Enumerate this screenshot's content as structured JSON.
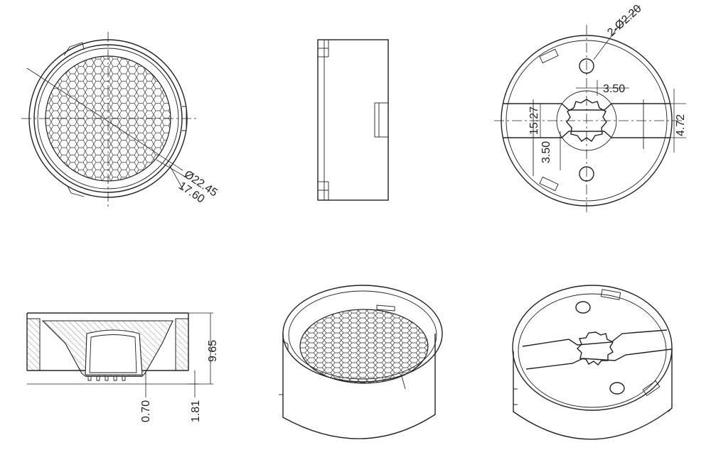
{
  "dimensions": {
    "top_view_diameter": "Ø22.45",
    "top_view_inner": "17.60",
    "bottom_hole": "2-Ø2.20",
    "bottom_slot_width": "3.50",
    "bottom_height": "15.27",
    "bottom_slot_height": "3.50",
    "bottom_right": "4.72",
    "section_height": "9.65",
    "section_bottom_a": "0.70",
    "section_bottom_b": "1.81"
  }
}
